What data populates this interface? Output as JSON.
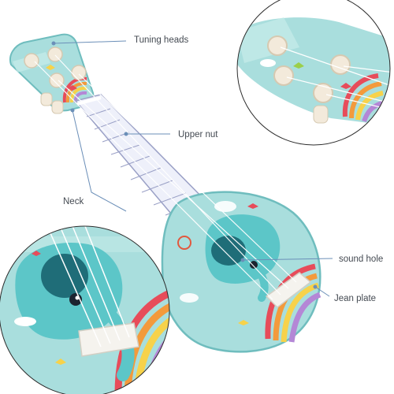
{
  "callouts": {
    "tuning_heads": "Tuning heads",
    "upper_nut": "Upper nut",
    "neck": "Neck",
    "sound_hole": "sound hole",
    "jean_plate": "Jean plate"
  },
  "colors": {
    "body_teal": "#a9dedd",
    "body_teal_light": "#c8ecea",
    "edge_teal": "#6fbdbe",
    "fretboard": "#eef0fa",
    "fretboard_line": "#9aa0c6",
    "peg_cream": "#f3eadb",
    "elephant": "#5cc6c8",
    "sound_hole": "#1f6d78",
    "bridge": "#f5f3ee",
    "leader_line": "#6b8fb8",
    "rainbow": [
      "#e74c5a",
      "#f39a3c",
      "#f7d24a",
      "#b487d6",
      "#6fb9e8"
    ]
  }
}
